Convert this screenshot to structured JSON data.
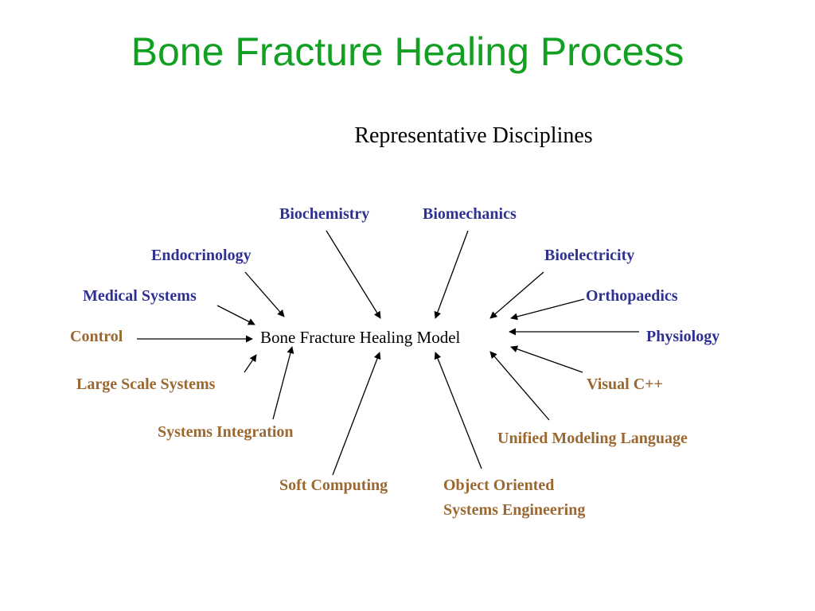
{
  "title": "Bone Fracture Healing Process",
  "subtitle": "Representative Disciplines",
  "center": "Bone Fracture Healing Model",
  "colors": {
    "title": "#12a023",
    "discipline": "#2e3192",
    "methodology": "#9a6830"
  },
  "disciplines": {
    "biochemistry": "Biochemistry",
    "biomechanics": "Biomechanics",
    "endocrinology": "Endocrinology",
    "bioelectricity": "Bioelectricity",
    "medical_systems": "Medical Systems",
    "orthopaedics": "Orthopaedics",
    "physiology": "Physiology"
  },
  "methodologies": {
    "control": "Control",
    "large_scale_systems": "Large Scale Systems",
    "systems_integration": "Systems Integration",
    "soft_computing": "Soft Computing",
    "object_oriented_line1": "Object Oriented",
    "object_oriented_line2": "Systems Engineering",
    "visual_cpp": "Visual C++",
    "uml": "Unified Modeling Language"
  }
}
